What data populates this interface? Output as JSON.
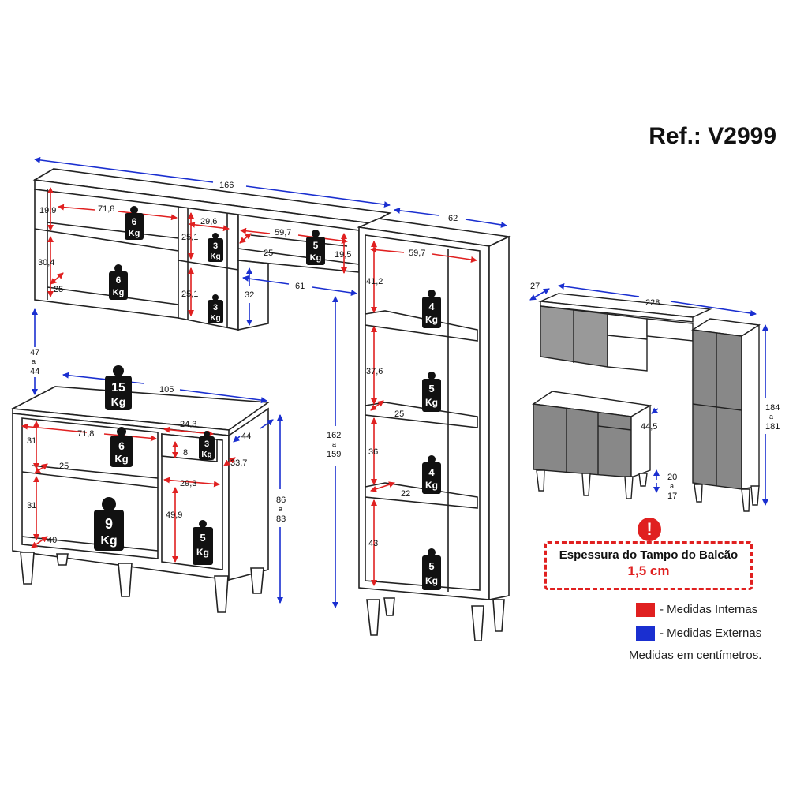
{
  "reference": "Ref.: V2999",
  "colors": {
    "internal": "#e02020",
    "external": "#1a2fd0",
    "outline": "#222222"
  },
  "dimensions": {
    "upper_width": "166",
    "pantry_width": "62",
    "upper_shelf_h1": "19,9",
    "upper_shelf_w1": "71,8",
    "upper_shelf_h2": "30,4",
    "upper_depth1": "25",
    "niche_w": "29,6",
    "niche_h1": "25,1",
    "niche_h2": "25,1",
    "right_shelf_w": "59,7",
    "right_shelf_d": "25",
    "right_shelf_h": "19,5",
    "upper_depth_ext": "32",
    "upper_offset": "61",
    "gap_range_top": "47",
    "gap_range_a": "a",
    "gap_range_bot": "44",
    "total_height_top": "162",
    "total_height_a": "a",
    "total_height_bot": "159",
    "pantry_inner_w": "59,7",
    "pantry_h1": "41,2",
    "pantry_h2": "37,6",
    "pantry_d1": "25",
    "pantry_h3": "36",
    "pantry_d2": "22",
    "pantry_h4": "43",
    "base_width": "105",
    "base_depth": "44",
    "base_h_top": "86",
    "base_h_a": "a",
    "base_h_bot": "83",
    "base_inner_w": "71,8",
    "base_h1": "31",
    "base_d1": "25",
    "base_h2": "31",
    "base_d2": "40",
    "drawer_w": "24,3",
    "drawer_h": "8",
    "drawer_d": "33,7",
    "door_w": "29,3",
    "door_h": "49,9",
    "mini_width": "228",
    "mini_depth_top": "27",
    "mini_base_depth": "44,5",
    "mini_height_top": "184",
    "mini_height_a": "a",
    "mini_height_bot": "181",
    "leg_top": "20",
    "leg_a": "a",
    "leg_bot": "17"
  },
  "weights": [
    {
      "value": "6",
      "unit": "Kg"
    },
    {
      "value": "6",
      "unit": "Kg"
    },
    {
      "value": "3",
      "unit": "Kg"
    },
    {
      "value": "3",
      "unit": "Kg"
    },
    {
      "value": "5",
      "unit": "Kg"
    },
    {
      "value": "15",
      "unit": "Kg"
    },
    {
      "value": "6",
      "unit": "Kg"
    },
    {
      "value": "3",
      "unit": "Kg"
    },
    {
      "value": "9",
      "unit": "Kg"
    },
    {
      "value": "5",
      "unit": "Kg"
    },
    {
      "value": "4",
      "unit": "Kg"
    },
    {
      "value": "5",
      "unit": "Kg"
    },
    {
      "value": "4",
      "unit": "Kg"
    },
    {
      "value": "5",
      "unit": "Kg"
    }
  ],
  "warning": {
    "icon": "exclamation-icon",
    "mark": "!",
    "title": "Espessura do Tampo do Balcão",
    "value": "1,5 cm"
  },
  "legend": [
    {
      "label": "- Medidas Internas",
      "color": "#e02020"
    },
    {
      "label": "- Medidas Externas",
      "color": "#1a2fd0"
    }
  ],
  "note": "Medidas em centímetros."
}
